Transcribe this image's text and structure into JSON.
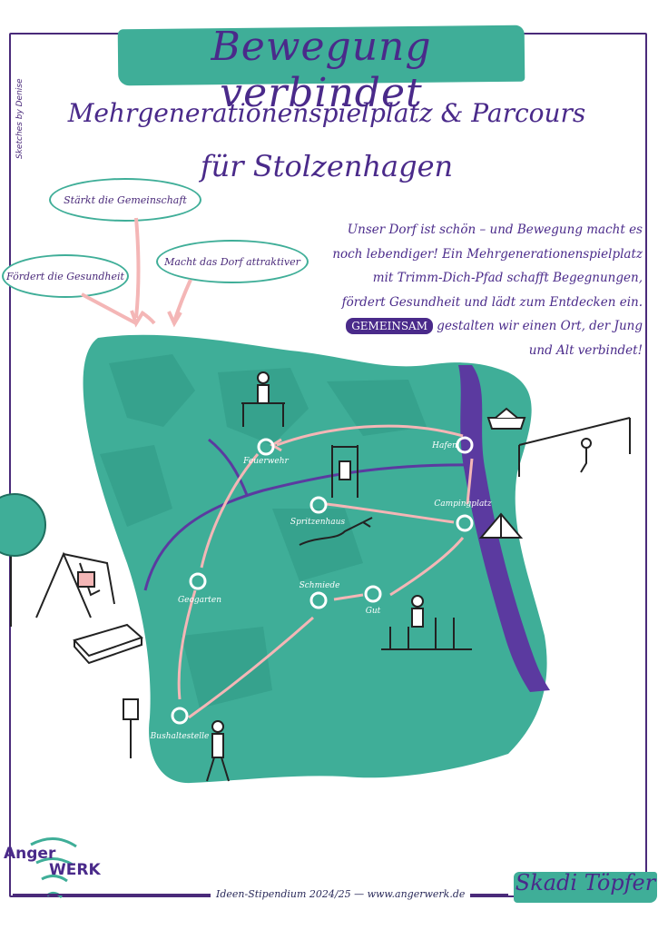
{
  "header": {
    "title": "Bewegung verbindet",
    "subtitle_line1": "Mehrgenerationenspielplatz & Parcours",
    "subtitle_line2": "für Stolzenhagen",
    "sketches_credit": "Sketches by Denise"
  },
  "bubbles": {
    "b1": "Stärkt die Gemeinschaft",
    "b2": "Fördert die Gesundheit",
    "b3": "Macht das Dorf attraktiver"
  },
  "intro": {
    "line1": "Unser Dorf ist schön – und Bewegung macht es",
    "line2": "noch lebendiger! Ein Mehrgenerationenspielplatz",
    "line3": "mit Trimm-Dich-Pfad schafft Begegnungen,",
    "line4": "fördert Gesundheit und lädt zum Entdecken ein.",
    "highlight": "GEMEINSAM",
    "line5_rest": "gestalten wir einen Ort, der Jung",
    "line6": "und Alt verbindet!"
  },
  "map": {
    "stations": {
      "feuerwehr": "Feuerwehr",
      "hafen": "Hafen",
      "spritzenhaus": "Spritzenhaus",
      "campingplatz": "Campingplatz",
      "geogarten": "Geogarten",
      "schmiede": "Schmiede",
      "gut": "Gut",
      "bushaltestelle": "Bushaltestelle"
    }
  },
  "footer": {
    "text": "Ideen-Stipendium 2024/25 — www.angerwerk.de",
    "author": "Skadi Töpfer",
    "logo_anger": "Anger",
    "logo_werk": "WERK"
  },
  "colors": {
    "teal": "#3fae98",
    "teal_dark": "#2e9582",
    "purple": "#4a2a8a",
    "pink": "#f4b6b6"
  }
}
